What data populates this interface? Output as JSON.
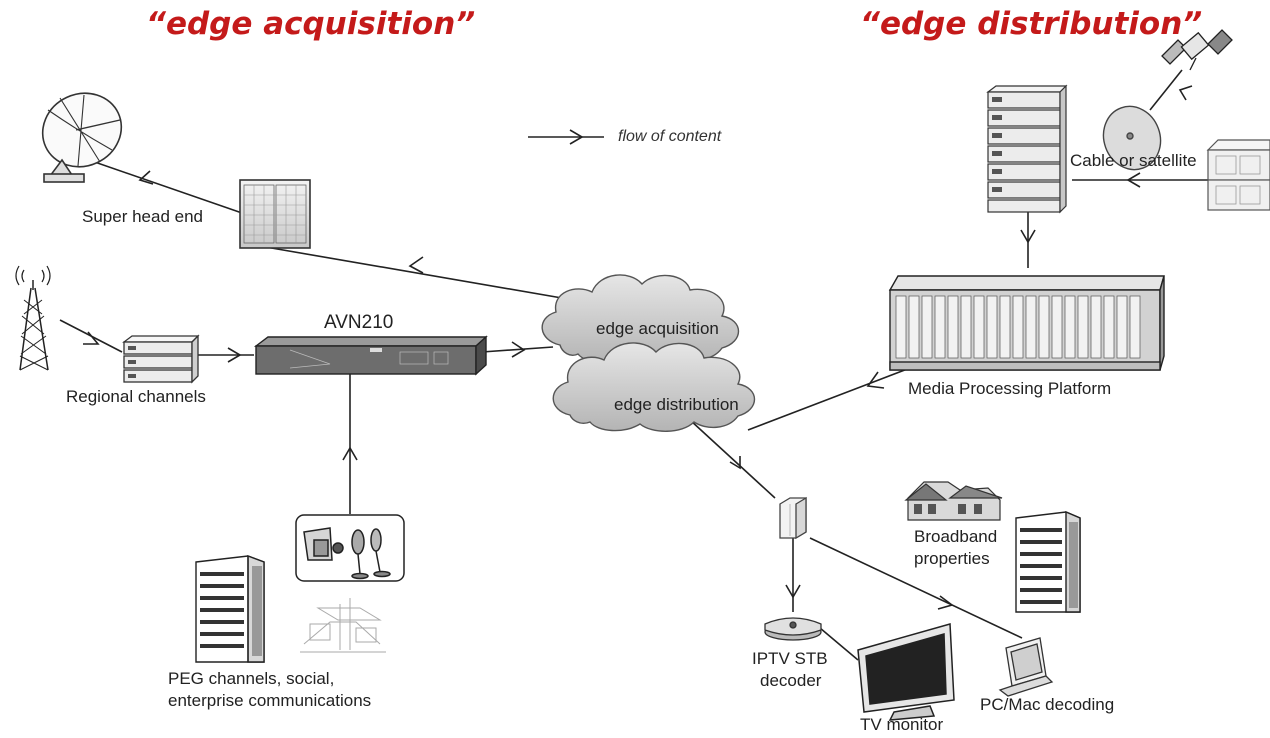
{
  "headings": {
    "left": "“edge acquisition”",
    "right": "“edge distribution”"
  },
  "legend": {
    "text": "flow of content"
  },
  "clouds": {
    "acquisition": "edge acquisition",
    "distribution": "edge distribution"
  },
  "devices": {
    "encoder": "AVN210"
  },
  "labels": {
    "super_head_end": "Super head end",
    "regional_channels": "Regional channels",
    "peg_line1": "PEG channels, social,",
    "peg_line2": "enterprise communications",
    "cable_satellite": "Cable or satellite",
    "media_platform": "Media Processing Platform",
    "broadband_line1": "Broadband",
    "broadband_line2": "properties",
    "iptv_line1": "IPTV STB",
    "iptv_line2": "decoder",
    "tv_monitor": "TV monitor",
    "pc_mac": "PC/Mac decoding"
  },
  "colors": {
    "heading": "#c41a1a",
    "line": "#222222",
    "cloud": "#c9c9c9"
  }
}
